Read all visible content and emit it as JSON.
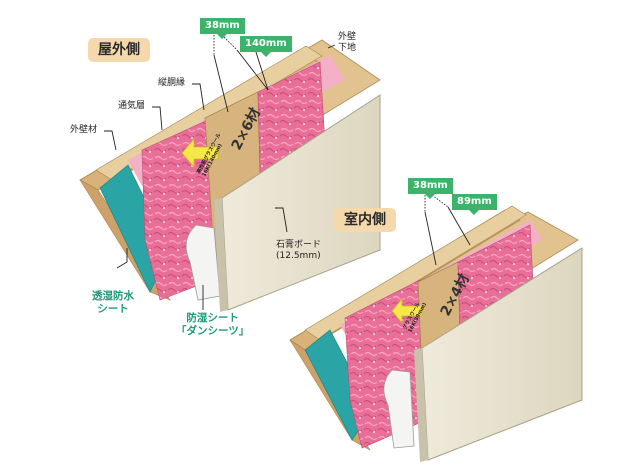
{
  "left": {
    "side_label": "屋外側",
    "dim_a": "38mm",
    "dim_b": "140mm",
    "exterior_base": [
      "外壁",
      "下地"
    ],
    "furring": "縦胴縁",
    "air_layer": "通気層",
    "exterior_material": "外壁材",
    "member": "2×6材",
    "insulation": [
      "高性能グラスウール",
      "16K(140mm)"
    ],
    "board": [
      "石膏ボード",
      "(12.5mm)"
    ],
    "membrane": [
      "透湿防水",
      "シート"
    ],
    "vapor_barrier": [
      "防湿シート",
      "「ダンシーツ」"
    ]
  },
  "right": {
    "side_label": "室内側",
    "dim_a": "38mm",
    "dim_b": "89mm",
    "member": "2×4材",
    "insulation": [
      "グラスウール",
      "16K(89mm)"
    ]
  },
  "colors": {
    "stud": "#d7b47e",
    "insulation": "#e86f98",
    "board": "#e9e4d2",
    "membrane": "#2aa4a4",
    "accent": "#3bb36a"
  }
}
